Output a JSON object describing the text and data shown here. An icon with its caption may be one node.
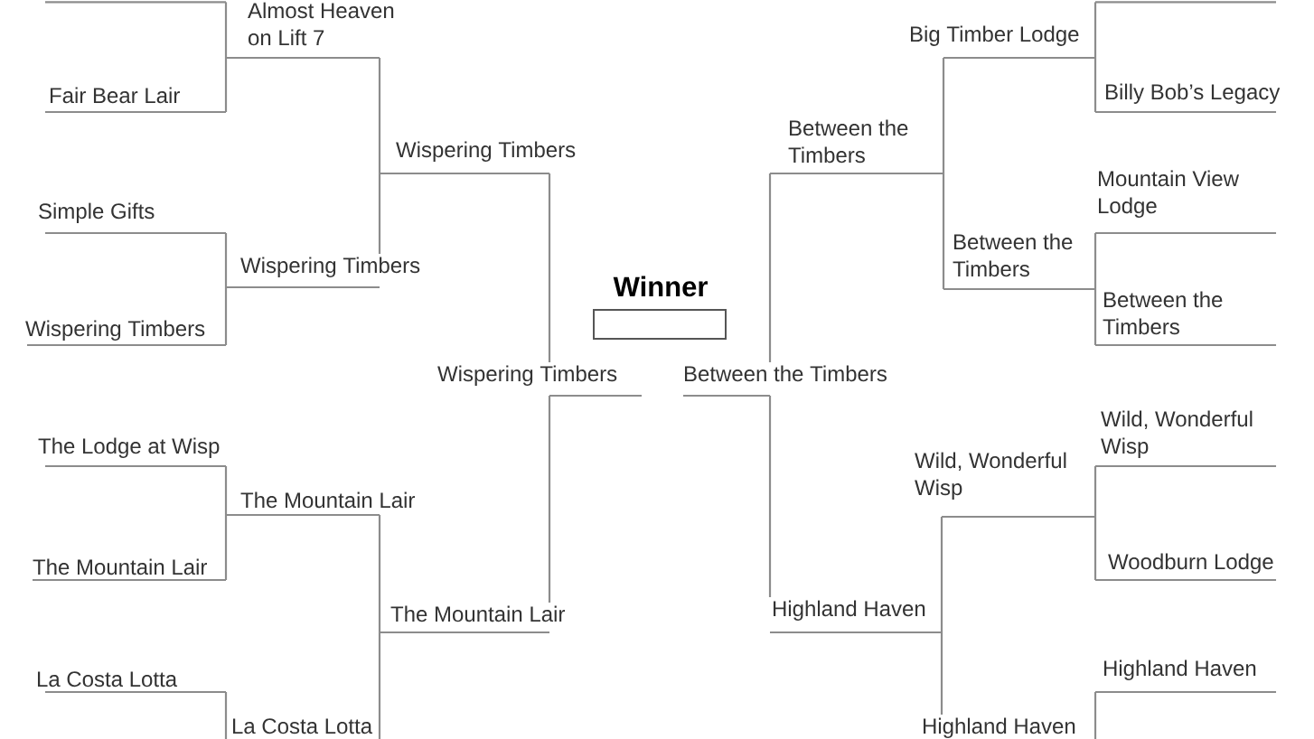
{
  "diagram": {
    "nodes": [
      {
        "text": [],
        "shape": "line"
      },
      {
        "text": [
          "Fair Bear Lair"
        ]
      },
      {
        "text": [
          "Simple Gifts"
        ]
      },
      {
        "text": [
          "Wispering Timbers"
        ]
      },
      {
        "text": [
          "The Lodge at Wisp"
        ]
      },
      {
        "text": [
          "The Mountain Lair"
        ]
      },
      {
        "text": [
          "La Costa Lotta"
        ]
      },
      {
        "text": [
          "Almost Heaven on Lift 7"
        ]
      },
      {
        "text": [
          "Wispering Timbers"
        ]
      },
      {
        "text": [
          "The Mountain Lair"
        ]
      },
      {
        "text": [
          "La Costa Lotta"
        ]
      },
      {
        "text": [
          "Wispering Timbers"
        ]
      },
      {
        "text": [
          "The Mountain Lair"
        ]
      },
      {
        "text": [
          "Wispering Timbers"
        ]
      },
      {
        "text": [
          "Winner"
        ]
      },
      {
        "text": [
          "Between the Timbers"
        ]
      },
      {
        "text": [
          "Between the Timbers"
        ]
      },
      {
        "text": [
          "Highland Haven"
        ]
      },
      {
        "text": [
          "Big Timber Lodge"
        ]
      },
      {
        "text": [
          "Between the Timbers"
        ]
      },
      {
        "text": [
          "Wild, Wonderful Wisp"
        ]
      },
      {
        "text": [
          "Highland Haven"
        ]
      },
      {
        "text": [],
        "shape": "line"
      },
      {
        "text": [
          "Billy Bob’s Legacy"
        ]
      },
      {
        "text": [
          "Mountain View Lodge"
        ]
      },
      {
        "text": [
          "Between the Timbers"
        ]
      },
      {
        "text": [
          "Wild, Wonderful Wisp"
        ]
      },
      {
        "text": [
          "Woodburn Lodge"
        ]
      },
      {
        "text": [
          "Highland Haven"
        ]
      }
    ],
    "edges": [
      {
        "from": 0,
        "to": 7,
        "arrow": "none"
      },
      {
        "from": 1,
        "to": 7,
        "arrow": "none"
      },
      {
        "from": 2,
        "to": 8,
        "arrow": "none"
      },
      {
        "from": 3,
        "to": 8,
        "arrow": "none"
      },
      {
        "from": 4,
        "to": 9,
        "arrow": "none"
      },
      {
        "from": 5,
        "to": 9,
        "arrow": "none"
      },
      {
        "from": 6,
        "to": 10,
        "arrow": "none"
      },
      {
        "from": 7,
        "to": 11,
        "arrow": "none"
      },
      {
        "from": 8,
        "to": 11,
        "arrow": "none"
      },
      {
        "from": 9,
        "to": 12,
        "arrow": "none"
      },
      {
        "from": 10,
        "to": 12,
        "arrow": "none"
      },
      {
        "from": 11,
        "to": 13,
        "arrow": "none"
      },
      {
        "from": 12,
        "to": 13,
        "arrow": "none"
      },
      {
        "from": 22,
        "to": 18,
        "arrow": "none"
      },
      {
        "from": 23,
        "to": 18,
        "arrow": "none"
      },
      {
        "from": 24,
        "to": 19,
        "arrow": "none"
      },
      {
        "from": 25,
        "to": 19,
        "arrow": "none"
      },
      {
        "from": 26,
        "to": 20,
        "arrow": "none"
      },
      {
        "from": 27,
        "to": 20,
        "arrow": "none"
      },
      {
        "from": 28,
        "to": 21,
        "arrow": "none"
      },
      {
        "from": 18,
        "to": 16,
        "arrow": "none"
      },
      {
        "from": 19,
        "to": 16,
        "arrow": "none"
      },
      {
        "from": 20,
        "to": 17,
        "arrow": "none"
      },
      {
        "from": 21,
        "to": 17,
        "arrow": "none"
      },
      {
        "from": 16,
        "to": 15,
        "arrow": "none"
      },
      {
        "from": 17,
        "to": 15,
        "arrow": "none"
      }
    ]
  }
}
